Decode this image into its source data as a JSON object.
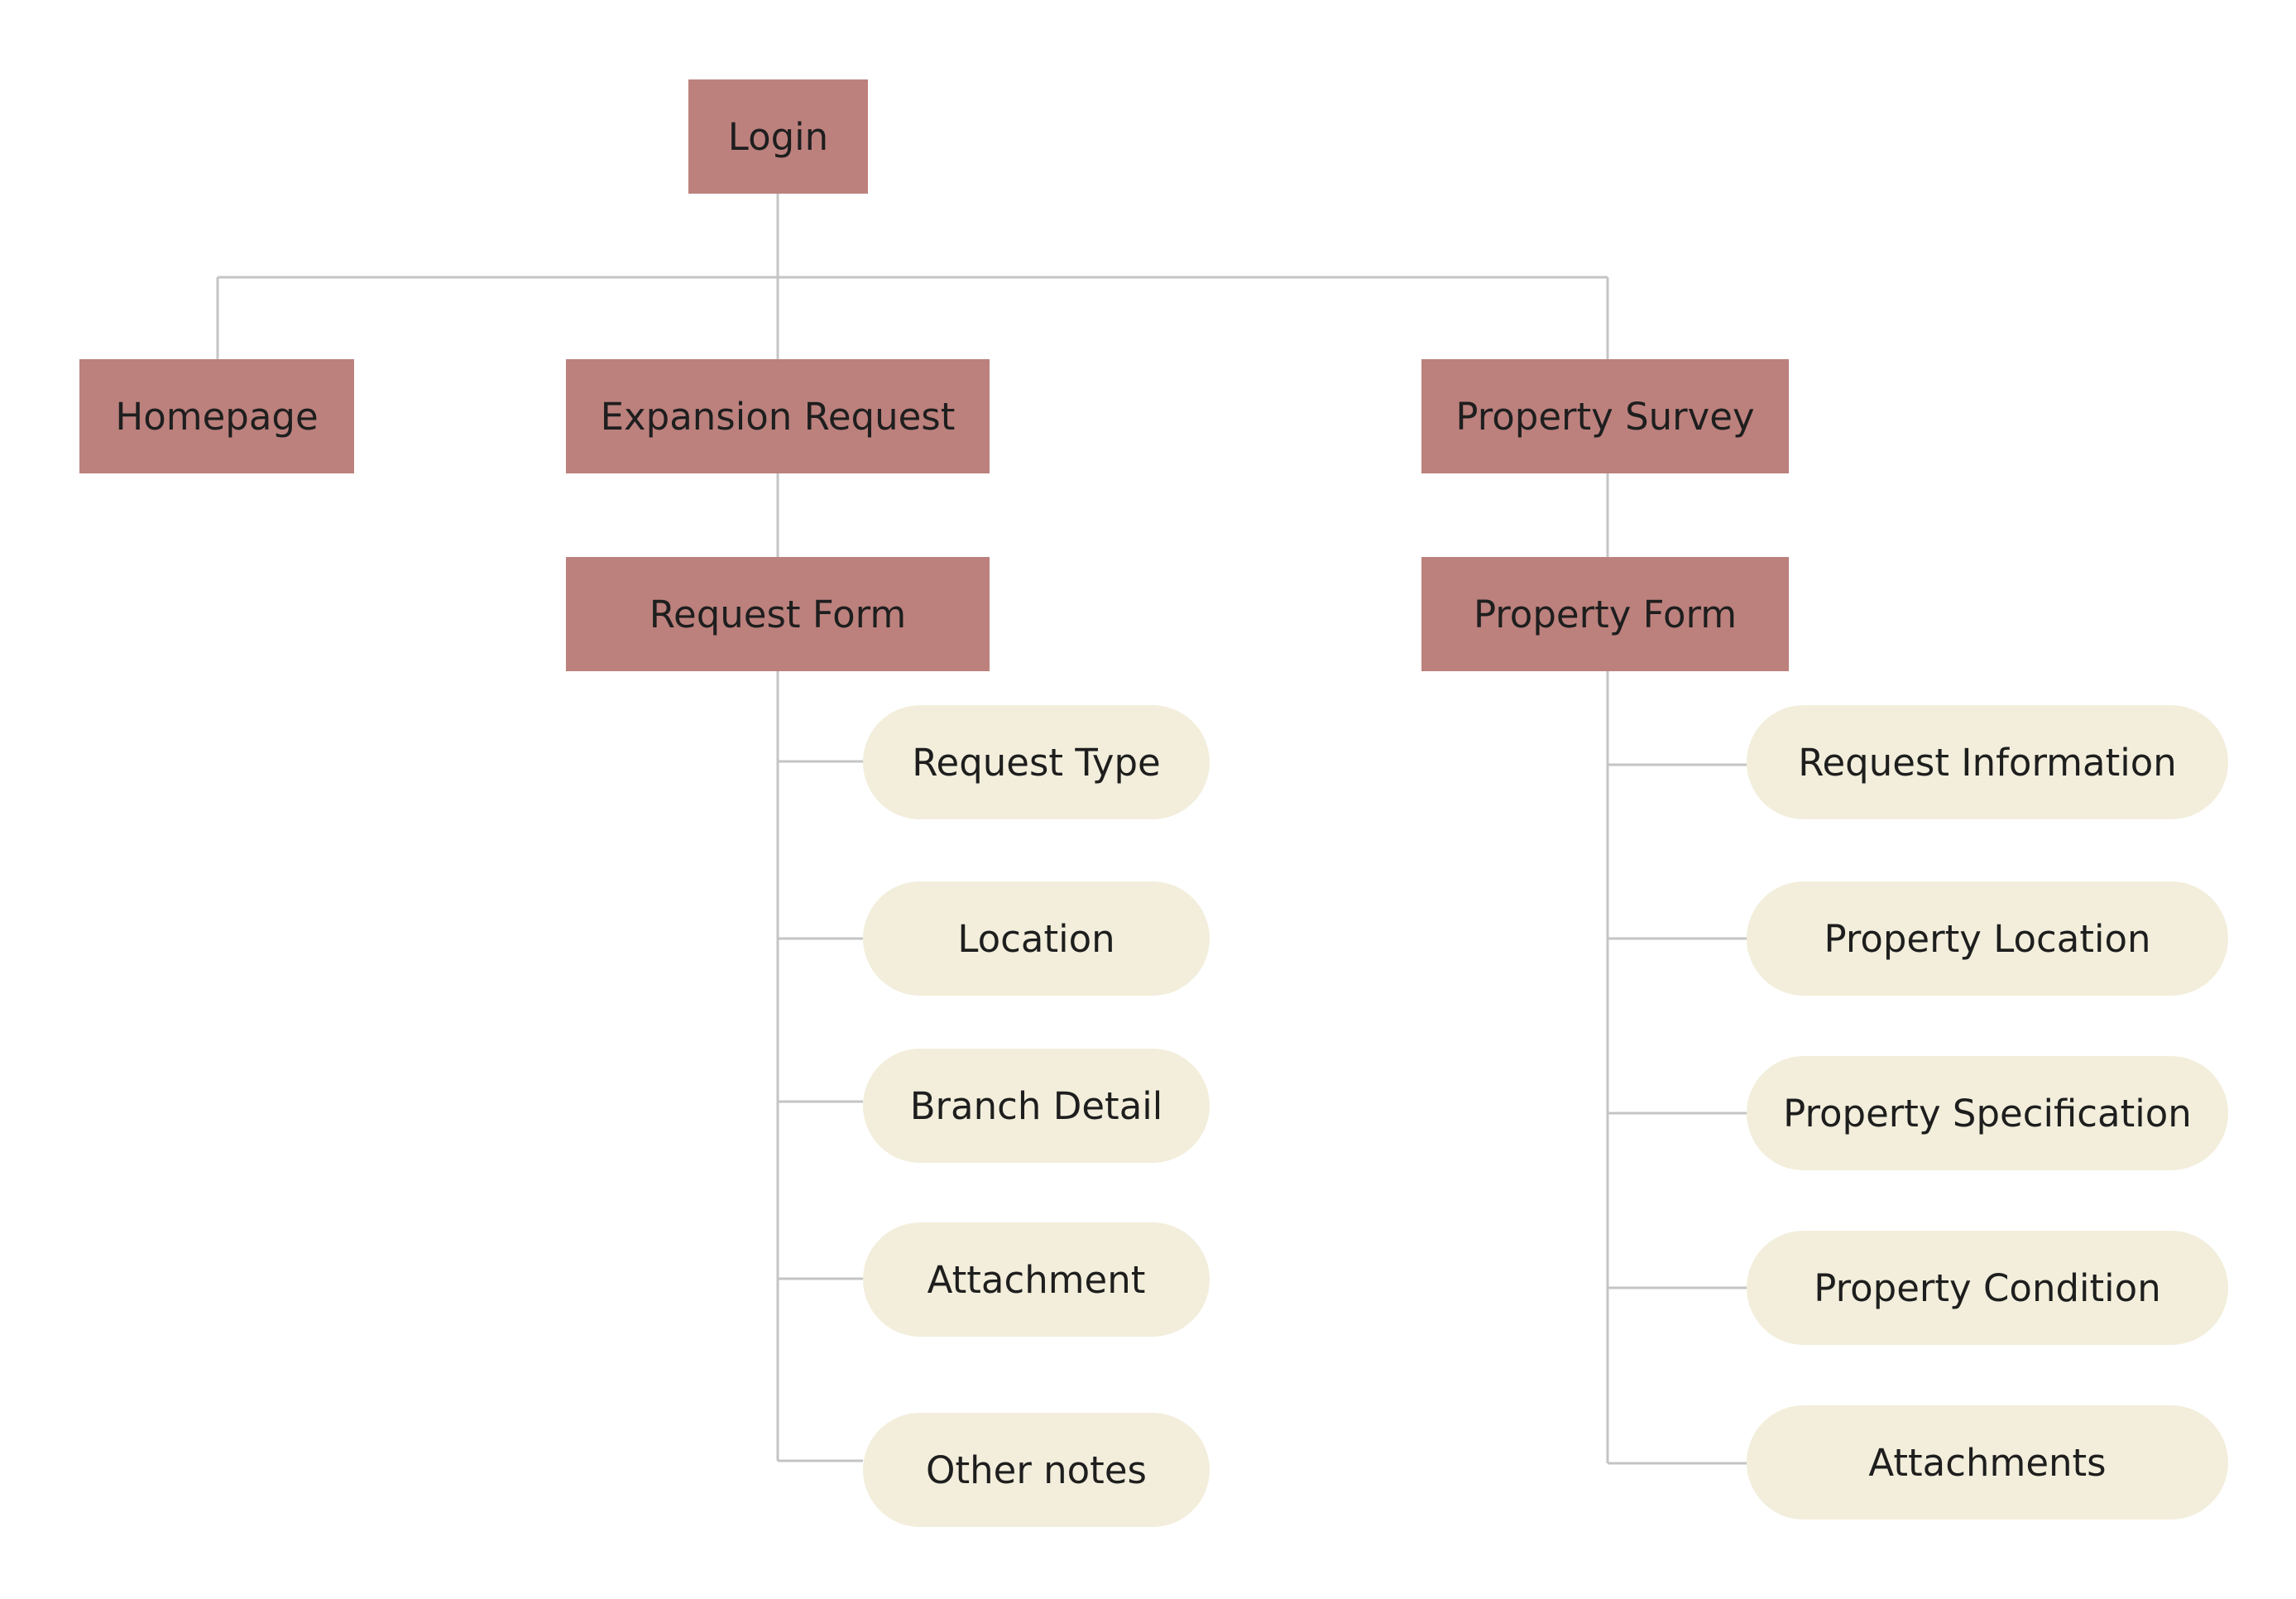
{
  "colors": {
    "primary_node": "#bc817d",
    "leaf_node": "#f2eedb",
    "connector": "#c4c4c4",
    "text": "#1e1e1e"
  },
  "nodes": {
    "login": "Login",
    "homepage": "Homepage",
    "expansion_request": "Expansion Request",
    "property_survey": "Property Survey",
    "request_form": "Request Form",
    "property_form": "Property Form"
  },
  "request_form_items": [
    "Request Type",
    "Location",
    "Branch Detail",
    "Attachment",
    "Other notes"
  ],
  "property_form_items": [
    "Request Information",
    "Property Location",
    "Property Specification",
    "Property Condition",
    "Attachments"
  ]
}
